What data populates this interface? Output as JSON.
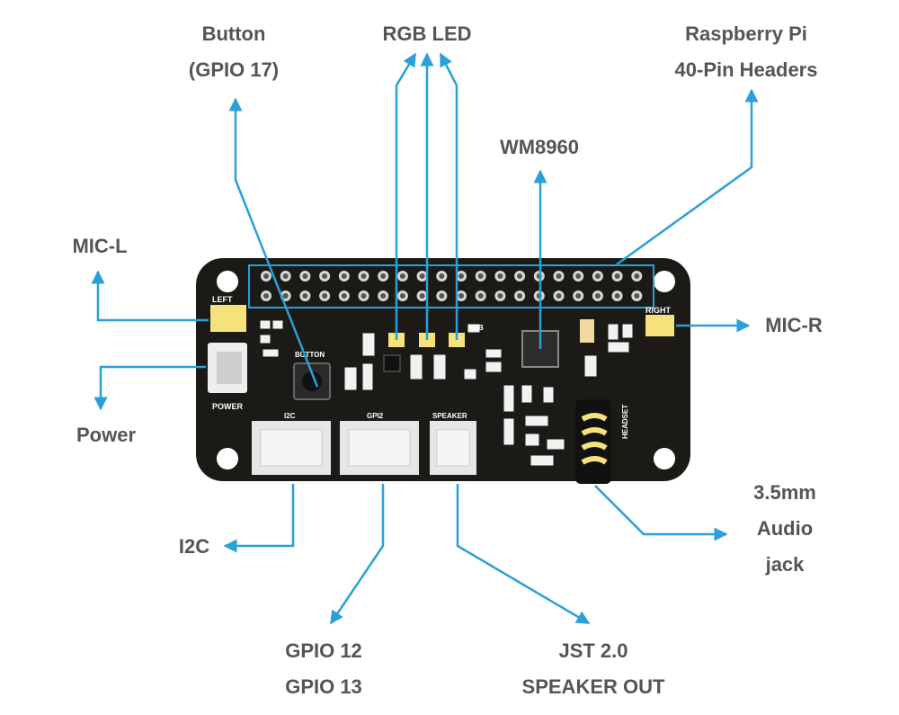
{
  "callouts": {
    "button": [
      "Button",
      "(GPIO 17)"
    ],
    "rgb_led": "RGB LED",
    "rpi_headers": [
      "Raspberry Pi",
      "40-Pin Headers"
    ],
    "wm8960": "WM8960",
    "mic_l": "MIC-L",
    "mic_r": "MIC-R",
    "power": "Power",
    "i2c": "I2C",
    "gpio": [
      "GPIO 12",
      "GPIO 13"
    ],
    "speaker_out": [
      "JST 2.0",
      "SPEAKER OUT"
    ],
    "audio_jack": [
      "3.5mm",
      "Audio",
      "jack"
    ]
  },
  "board_labels": {
    "left": "LEFT",
    "right": "RIGHT",
    "power": "POWER",
    "button": "BUTTON",
    "rgb": "RGB",
    "i2c": "I2C",
    "gpi2": "GPI2",
    "speaker": "SPEAKER",
    "headset": "HEADSET"
  },
  "colors": {
    "arrow": "#29a0d8",
    "label_text": "#555555",
    "pcb": "#1c1a17",
    "pad_yellow": "#f6e27a",
    "connector": "#e6e6e6"
  }
}
